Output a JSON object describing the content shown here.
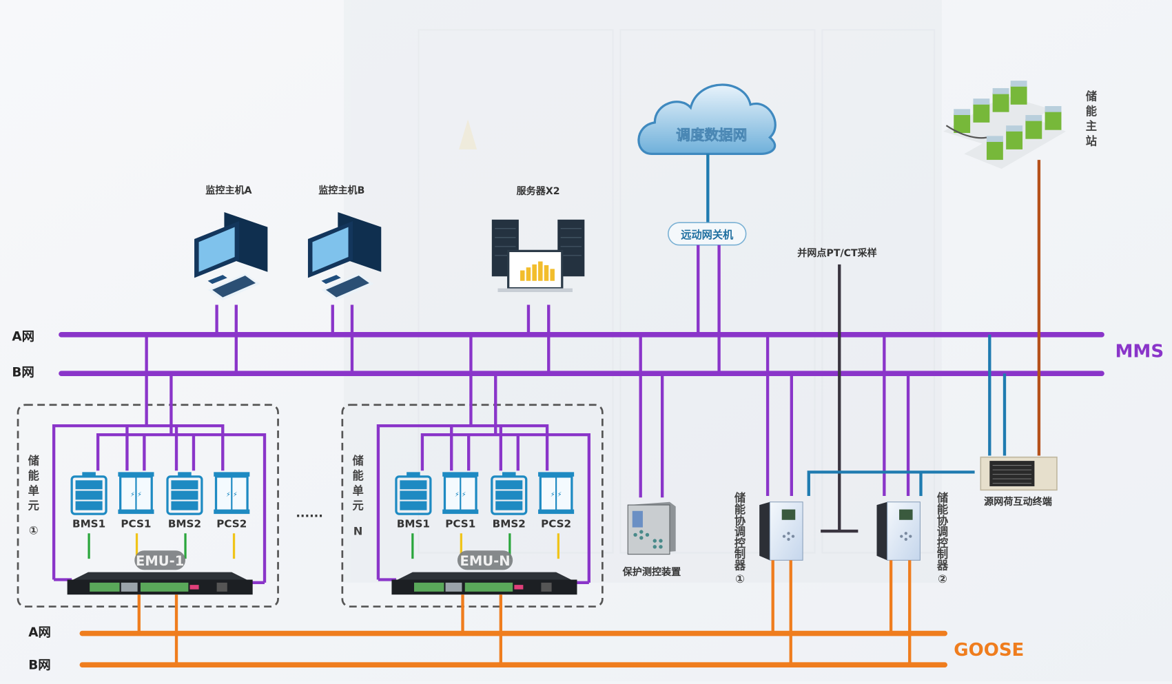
{
  "diagram": {
    "title_area": "energy storage station network architecture",
    "colors": {
      "mms_bus": "#8a35c9",
      "goose_bus": "#ef7d1e",
      "uplink_blue": "#1f7bb0",
      "master_station_link": "#b5501a",
      "sampling_line": "#3a3540",
      "bms_link": "#2aa63c",
      "pcs_link": "#f0c419",
      "device_blue": "#1e8ac2"
    },
    "cloud": {
      "label": "调度数据网"
    },
    "gateway": {
      "label": "远动网关机"
    },
    "master_station": {
      "label_chars": [
        "储",
        "能",
        "主",
        "站"
      ]
    },
    "hosts": [
      {
        "label": "监控主机A"
      },
      {
        "label": "监控主机B"
      },
      {
        "label": "服务器X2"
      }
    ],
    "pt_ct": {
      "label": "并网点PT/CT采样"
    },
    "mms": {
      "label": "MMS",
      "bus_a_label": "A网",
      "bus_b_label": "B网"
    },
    "goose": {
      "label": "GOOSE",
      "bus_a_label": "A网",
      "bus_b_label": "B网"
    },
    "storage_units": [
      {
        "title_chars": [
          "储",
          "能",
          "单",
          "元",
          "①"
        ],
        "emu_label": "EMU-1",
        "devices": [
          {
            "label": "BMS1",
            "type": "battery"
          },
          {
            "label": "PCS1",
            "type": "pcs"
          },
          {
            "label": "BMS2",
            "type": "battery"
          },
          {
            "label": "PCS2",
            "type": "pcs"
          }
        ]
      },
      {
        "title_chars": [
          "储",
          "能",
          "单",
          "元",
          "N"
        ],
        "emu_label": "EMU-N",
        "devices": [
          {
            "label": "BMS1",
            "type": "battery"
          },
          {
            "label": "PCS1",
            "type": "pcs"
          },
          {
            "label": "BMS2",
            "type": "battery"
          },
          {
            "label": "PCS2",
            "type": "pcs"
          }
        ]
      }
    ],
    "ellipsis": "......",
    "protection_device": {
      "label": "保护测控装置"
    },
    "coordinators": [
      {
        "label_chars": [
          "储",
          "能",
          "协",
          "调",
          "控",
          "制",
          "器",
          "①"
        ]
      },
      {
        "label_chars": [
          "储",
          "能",
          "协",
          "调",
          "控",
          "制",
          "器",
          "②"
        ]
      }
    ],
    "interaction_terminal": {
      "label": "源网荷互动终端"
    }
  }
}
